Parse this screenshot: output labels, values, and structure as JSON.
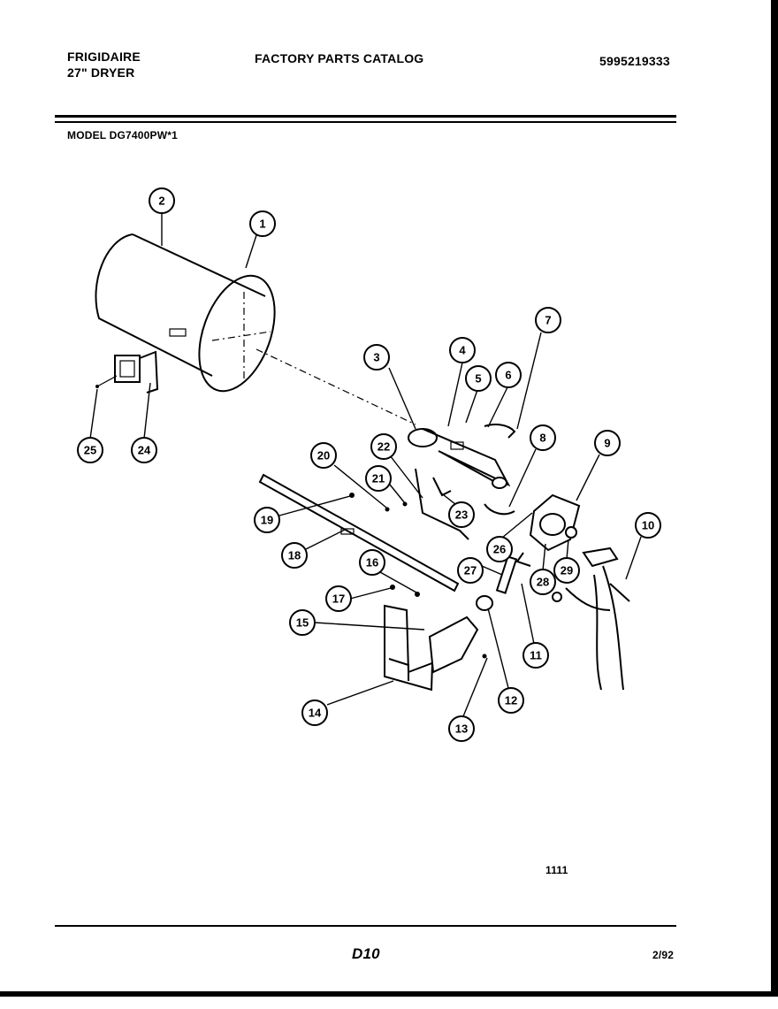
{
  "header": {
    "brand": "FRIGIDAIRE",
    "product": "27\" DRYER",
    "catalog_title": "FACTORY PARTS CATALOG",
    "catalog_number": "5995219333"
  },
  "model": "MODEL DG7400PW*1",
  "callouts": [
    "1",
    "2",
    "3",
    "4",
    "5",
    "6",
    "7",
    "8",
    "9",
    "10",
    "11",
    "12",
    "13",
    "14",
    "15",
    "16",
    "17",
    "18",
    "19",
    "20",
    "21",
    "22",
    "23",
    "24",
    "25",
    "26",
    "27",
    "28",
    "29"
  ],
  "diagram_code": "1111",
  "footer": {
    "page": "D10",
    "date": "2/92"
  }
}
